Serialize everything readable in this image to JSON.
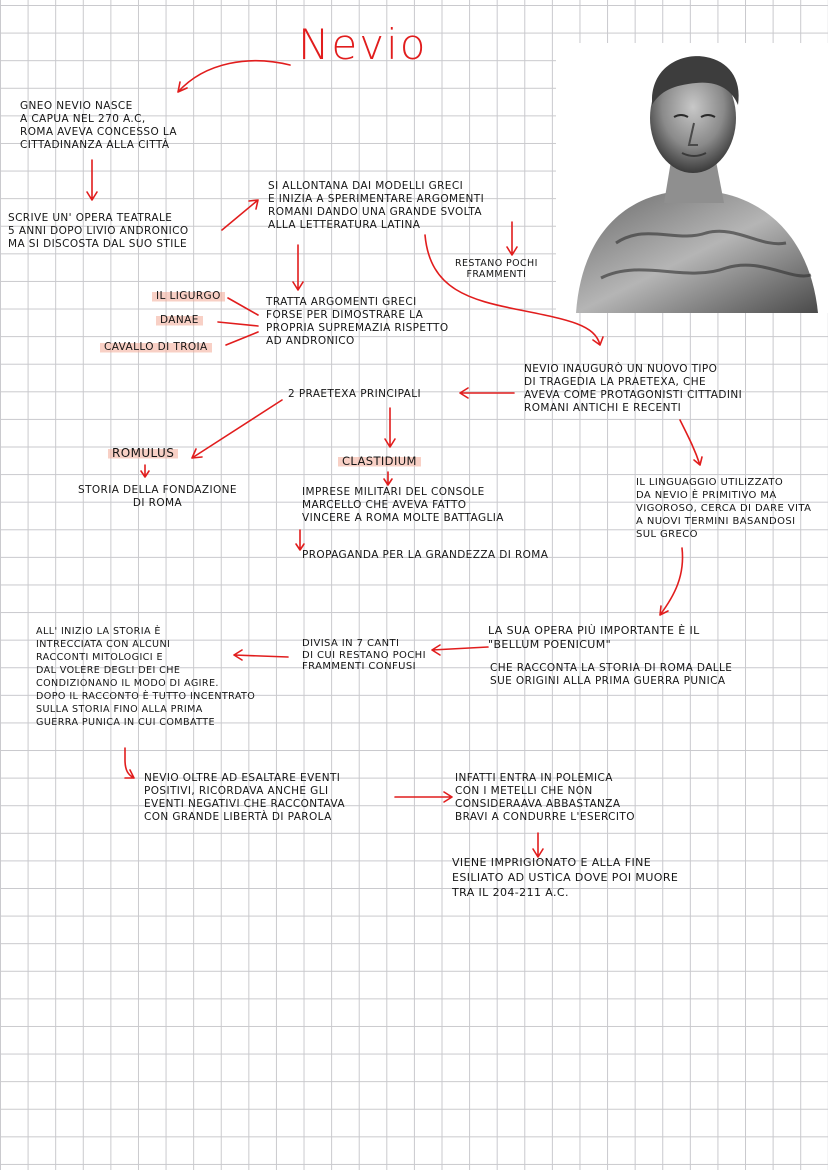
{
  "title": "Nevio",
  "notes": {
    "birth": "Gneo Nevio nasce\na Capua nel 270 a.C,\nRoma aveva concesso la\ncittadinanza alla città",
    "opera_teatrale": "Scrive un' opera teatrale\n5 anni dopo Livio Andronico\nma si discosta dal suo stile",
    "allontana": "Si allontana dai modelli greci\ne inizia a sperimentare argomenti\nromani dando una grande svolta\nalla letteratura latina",
    "restano": "Restano pochi\nframmenti",
    "tratta": "Tratta argomenti greci\nforse per dimostrare la\npropria supremazia rispetto\nad Andronico",
    "works": [
      "Il Ligurgo",
      "Danae",
      "Cavallo di Troia"
    ],
    "inaugura": "Nevio inaugurò un nuovo tipo\ndi tragedia la praetexa, che\naveva come protagonisti cittadini\nromani antichi e recenti",
    "praetexa": "2 praetexa principali",
    "romulus": "Romulus",
    "romulus_desc": "Storia della fondazione\ndi Roma",
    "clastidium": "Clastidium",
    "clastidium_desc": "Imprese militari del console\nMarcello che aveva fatto\nvincere a Roma molte battaglia",
    "propaganda": "Propaganda per la grandezza di Roma",
    "linguaggio": "Il linguaggio utilizzato\nda Nevio è primitivo ma\nvigoroso, cerca di dare vita\na nuovi termini basandosi\nsul greco",
    "opera_importante": "La sua opera più importante è il\n\"Bellum Poenicum\"",
    "racconta": "Che racconta la storia di Roma dalle\nsue origini alla prima guerra punica",
    "divisa": "Divisa in 7 canti\ndi cui restano pochi\nframmenti confusi",
    "inizio": "All' inizio la storia è\nintrecciata con alcuni\nracconti mitologici e\ndal volere degli dei che\ncondizionano il modo di agire.\nDopo il racconto è tutto incentrato\nsulla storia fino alla prima\nguerra punica in cui combatte",
    "esaltare": "Nevio oltre ad esaltare eventi\npositivi, ricordava anche gli\neventi negativi che raccontava\ncon grande libertà di parola",
    "polemica": "Infatti entra in polemica\ncon i Metelli che non\nconsideraava abbastanza\nbravi a condurre l'esercito",
    "esilio": "Viene imprigionato e alla fine\nesiliato ad Ustica dove poi muore\ntra il 204-211 a.C."
  },
  "colors": {
    "ink": "#161616",
    "accent": "#e11d1d",
    "highlight": "#f2aa96",
    "grid": "#c9c9cd"
  },
  "portrait": "bust-of-nevio"
}
